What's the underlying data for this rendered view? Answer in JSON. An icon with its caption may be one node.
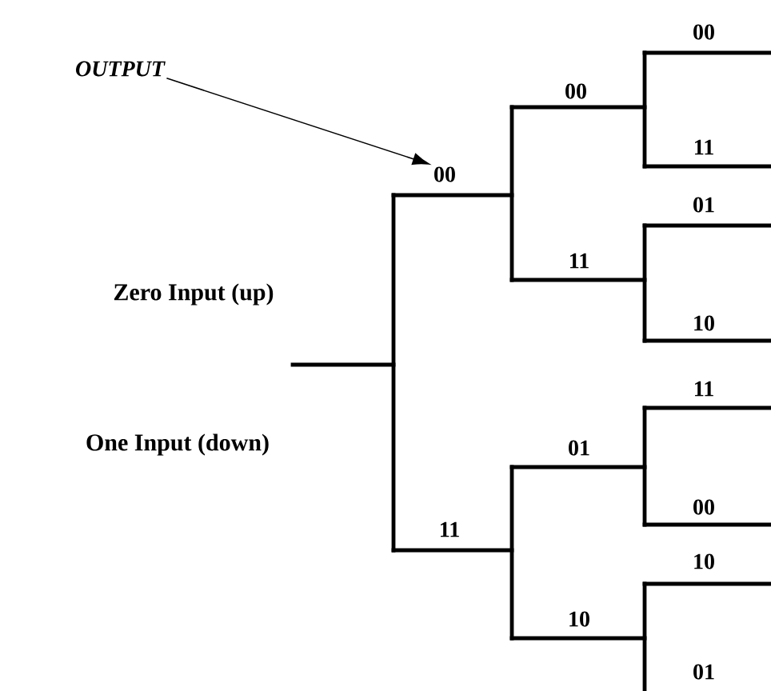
{
  "diagram": {
    "nodes": [
      {
        "text": [
          "OUTPUT"
        ]
      },
      {
        "text": [
          "00"
        ]
      }
    ],
    "edges": [
      {
        "from": 0,
        "to": 1,
        "arrow": "to"
      }
    ],
    "labels": [
      "Zero Input (up)",
      "One Input (down)",
      "11",
      "00",
      "11",
      "01",
      "10",
      "00",
      "11",
      "01",
      "10",
      "11",
      "00",
      "10",
      "01"
    ]
  }
}
